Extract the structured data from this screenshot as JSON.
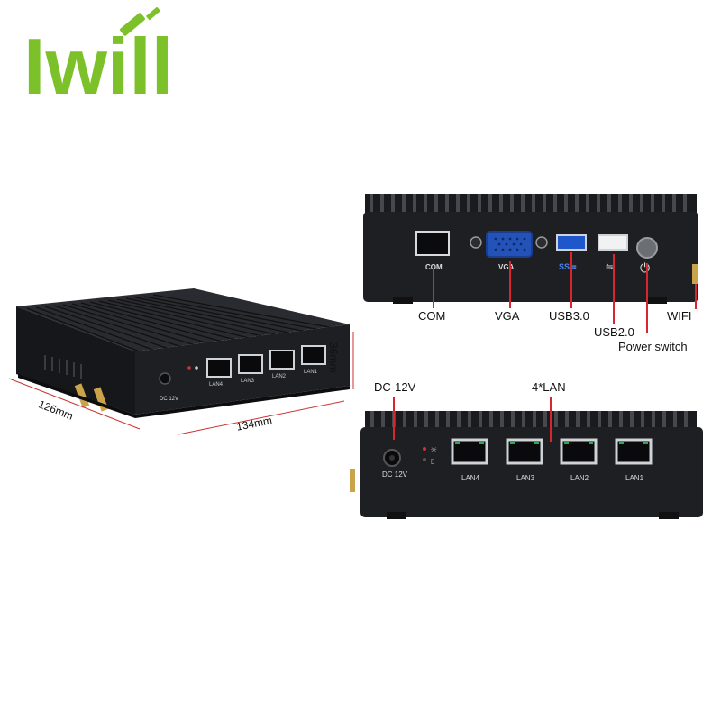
{
  "brand": {
    "logo_text": "Iwill"
  },
  "dimensions": {
    "width": "134mm",
    "depth": "126mm",
    "height": "36mm"
  },
  "iso_device": {
    "power_label": "DC 12V",
    "ports": [
      "LAN4",
      "LAN3",
      "LAN2",
      "LAN1"
    ]
  },
  "back_panel": {
    "port_labels": {
      "com": "COM",
      "vga": "VGA"
    },
    "callouts": {
      "com": "COM",
      "vga": "VGA",
      "usb3": "USB3.0",
      "usb2": "USB2.0",
      "power_switch": "Power switch",
      "wifi": "WIFI"
    }
  },
  "front_panel": {
    "power_label": "DC 12V",
    "ports": [
      "LAN4",
      "LAN3",
      "LAN2",
      "LAN1"
    ],
    "callouts": {
      "dc": "DC-12V",
      "lan": "4*LAN"
    }
  },
  "colors": {
    "logo_green": "#7dc12a",
    "callout_red": "#d9262e",
    "chassis": "#1c1d21"
  }
}
